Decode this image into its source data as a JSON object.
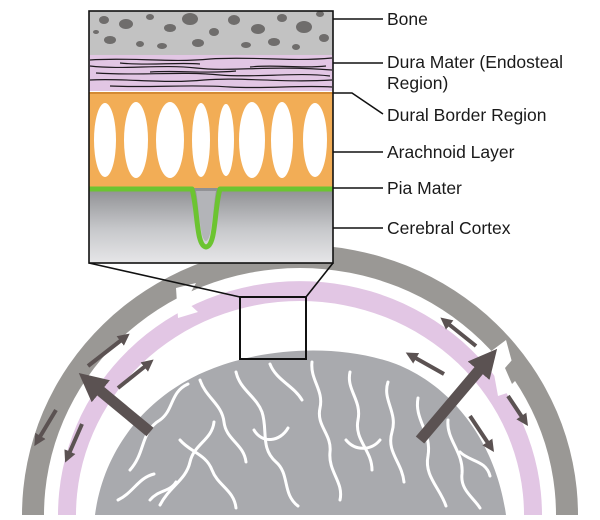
{
  "labels": {
    "bone": "Bone",
    "dura_line1": "Dura Mater (Endosteal",
    "dura_line2": "Region)",
    "dural_border": "Dural Border Region",
    "arachnoid": "Arachnoid Layer",
    "pia": "Pia Mater",
    "cortex": "Cerebral Cortex"
  },
  "colors": {
    "bone": "#9a9895",
    "dura": "#e2c6e4",
    "arachnoid": "#f2ad56",
    "pia": "#6cc431",
    "cortex": "#a9aaae",
    "arrow": "#5b5252"
  }
}
